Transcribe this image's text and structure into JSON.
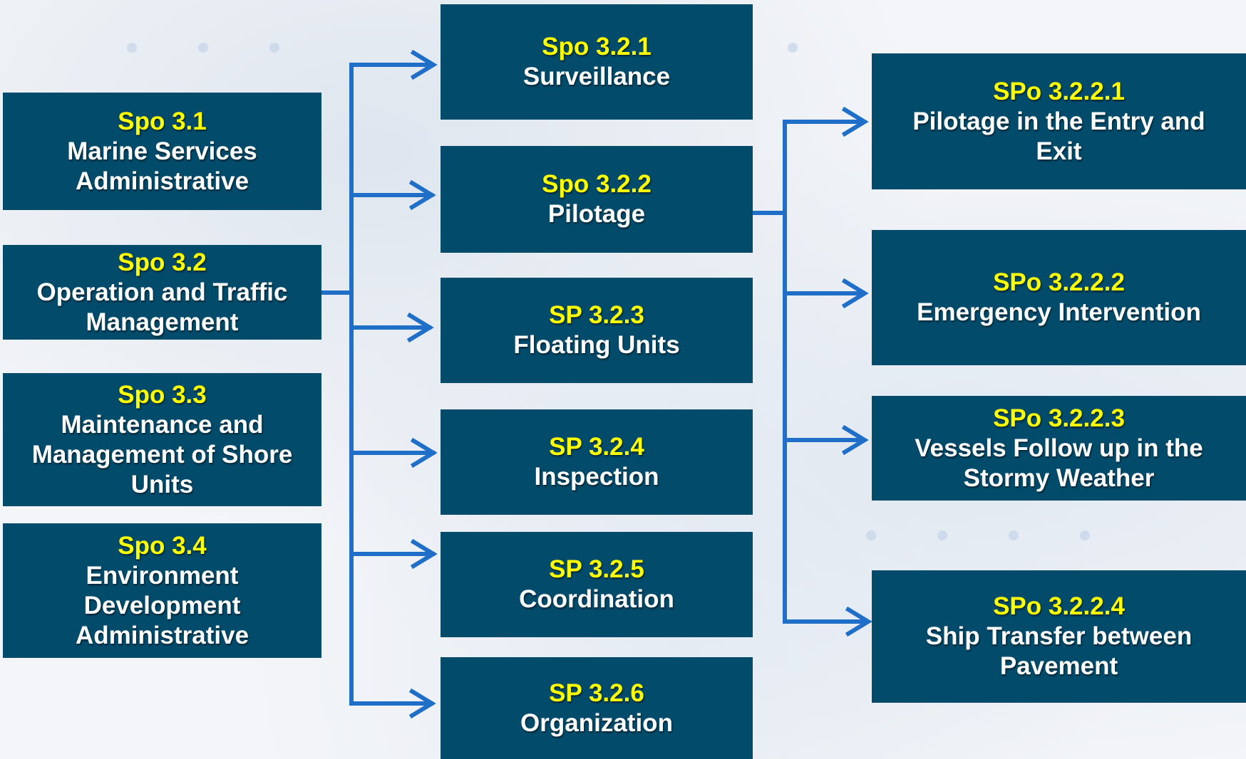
{
  "level1": [
    {
      "code": "Spo 3.1",
      "label": "Marine Services\nAdministrative"
    },
    {
      "code": "Spo 3.2",
      "label": "Operation and Traffic\nManagement"
    },
    {
      "code": "Spo 3.3",
      "label": "Maintenance and\nManagement of Shore\nUnits"
    },
    {
      "code": "Spo 3.4",
      "label": "Environment\nDevelopment\nAdministrative"
    }
  ],
  "level2": [
    {
      "code": "Spo 3.2.1",
      "label": "Surveillance"
    },
    {
      "code": "Spo 3.2.2",
      "label": "Pilotage"
    },
    {
      "code": "SP 3.2.3",
      "label": "Floating Units"
    },
    {
      "code": "SP 3.2.4",
      "label": "Inspection"
    },
    {
      "code": "SP 3.2.5",
      "label": "Coordination"
    },
    {
      "code": "SP 3.2.6",
      "label": "Organization"
    }
  ],
  "level3": [
    {
      "code": "SPo 3.2.2.1",
      "label": "Pilotage  in the Entry and\nExit"
    },
    {
      "code": "SPo 3.2.2.2",
      "label": "Emergency  Intervention"
    },
    {
      "code": "SPo 3.2.2.3",
      "label": "Vessels Follow up in the\nStormy Weather"
    },
    {
      "code": "SPo 3.2.2.4",
      "label": "Ship Transfer between\nPavement"
    }
  ],
  "colors": {
    "box_fill": "#024b6b",
    "code_text": "#ffff00",
    "label_text": "#ffffff",
    "connector": "#1f6fc9"
  }
}
